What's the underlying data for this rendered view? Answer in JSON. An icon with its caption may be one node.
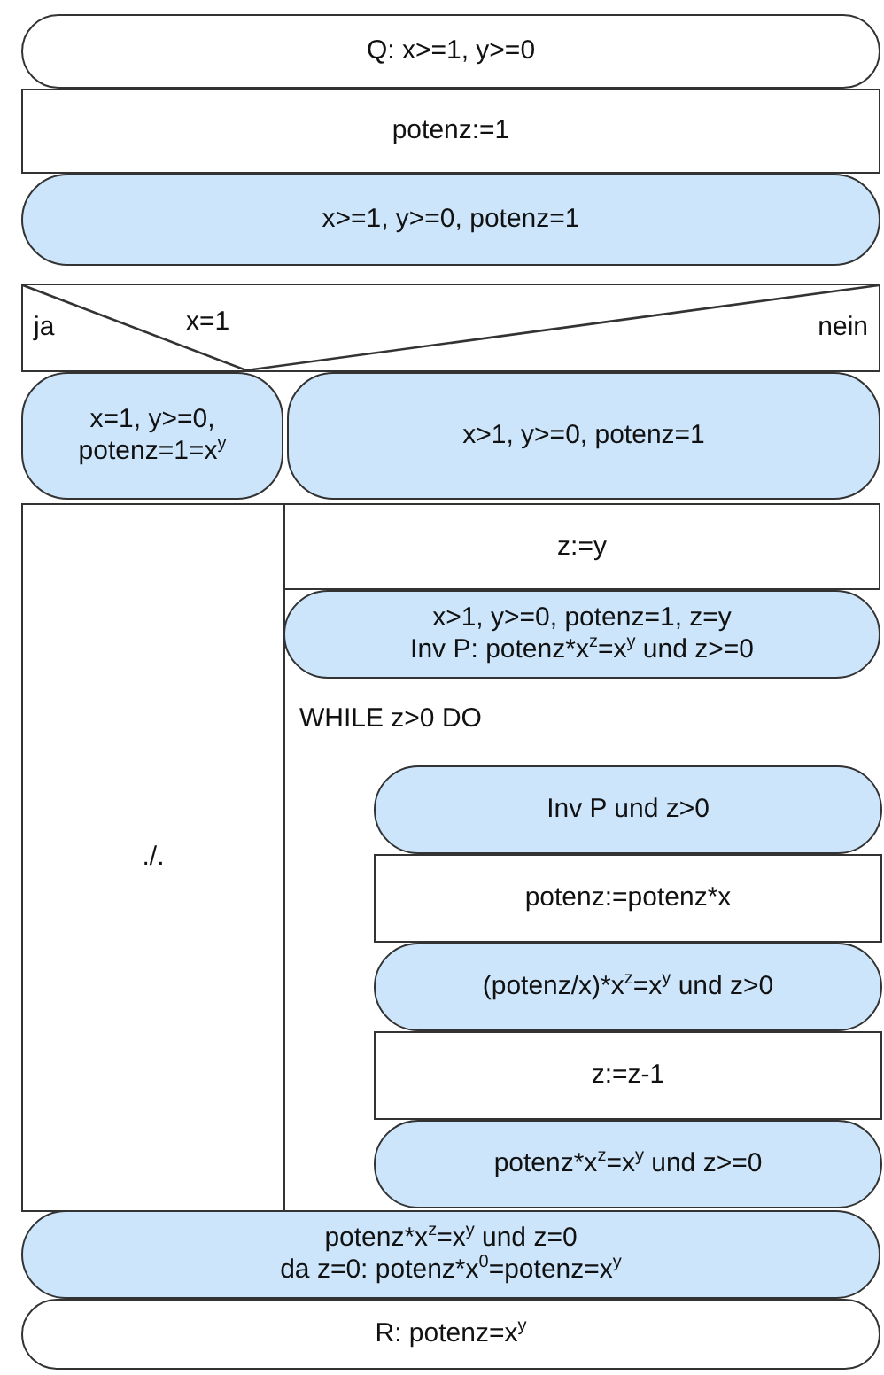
{
  "diagram": {
    "nodes": [
      {
        "text": [
          "Q: x>=1, y>=0"
        ]
      },
      {
        "text": [
          "potenz:=1"
        ]
      },
      {
        "text": [
          "x>=1, y>=0, potenz=1"
        ]
      },
      {
        "text": [
          "ja",
          "x=1",
          "nein"
        ]
      },
      {
        "text": [
          "x=1, y>=0, potenz=1=x$^{y}$"
        ]
      },
      {
        "text": [
          "x>1, y>=0, potenz=1"
        ]
      },
      {
        "text": [
          "./."
        ]
      },
      {
        "text": [
          "z:=y"
        ]
      },
      {
        "text": [
          "x>1, y>=0, potenz=1, z=y",
          "Inv P: potenz*x$^{z}$=x$^{y}$ und z>=0"
        ]
      },
      {
        "text": [
          "WHILE z>0 DO"
        ]
      },
      {
        "text": [
          "Inv P und z>0"
        ],
        "in": 9
      },
      {
        "text": [
          "potenz:=potenz*x"
        ],
        "in": 9
      },
      {
        "text": [
          "(potenz/x)*x$^{z}$=x$^{y}$ und z>0"
        ],
        "in": 9
      },
      {
        "text": [
          "z:=z-1"
        ],
        "in": 9
      },
      {
        "text": [
          "potenz*x$^{z}$=x$^{y}$ und z>=0"
        ],
        "in": 9
      },
      {
        "text": [
          "potenz*x$^{z}$=x$^{y}$ und z=0",
          "da z=0: potenz*x$^{0}$=potenz=x$^{y}$"
        ]
      },
      {
        "text": [
          "R: potenz=x$^{y}$"
        ]
      }
    ]
  }
}
